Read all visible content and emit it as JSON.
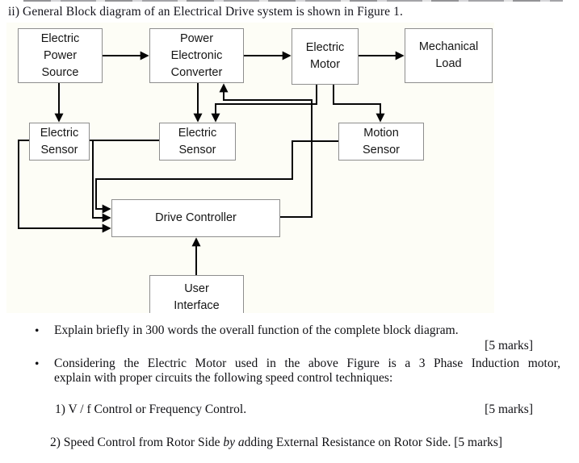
{
  "header": {
    "title": "ii) General Block diagram of an Electrical Drive system is shown in Figure 1."
  },
  "figure": {
    "blocks": [
      {
        "name": "electric-power-source",
        "label": "Electric\nPower\nSource"
      },
      {
        "name": "power-electronic-converter",
        "label": "Power\nElectronic\nConverter"
      },
      {
        "name": "electric-motor",
        "label": "Electric\nMotor"
      },
      {
        "name": "mechanical-load",
        "label": "Mechanical\nLoad"
      },
      {
        "name": "electric-sensor-left",
        "label": "Electric\nSensor"
      },
      {
        "name": "electric-sensor-middle",
        "label": "Electric\nSensor"
      },
      {
        "name": "motion-sensor",
        "label": "Motion\nSensor"
      },
      {
        "name": "drive-controller",
        "label": "Drive Controller"
      },
      {
        "name": "user-interface",
        "label": "User\nInterface"
      }
    ]
  },
  "questions": {
    "bullet_char": "•",
    "bullet1": {
      "text": "Explain briefly in 300 words the overall function of the complete block diagram.",
      "marks": "[5 marks]"
    },
    "bullet2": {
      "line1": "Considering the Electric Motor used in the above Figure is a 3 Phase Induction motor,",
      "line2": "explain with proper circuits the following speed control techniques:"
    },
    "sub1": {
      "text": "1) V / f Control or Frequency Control.",
      "marks": "[5 marks]"
    },
    "sub2": {
      "prefix": "2) Speed Control from Rotor Side ",
      "italic": "by a",
      "suffix": "dding External Resistance on Rotor Side. [5 marks]"
    }
  },
  "colors": {
    "ink": "#101014",
    "wire": "#060606",
    "box_border": "#8e8e8e",
    "figure_background": "#fdfdf6"
  }
}
